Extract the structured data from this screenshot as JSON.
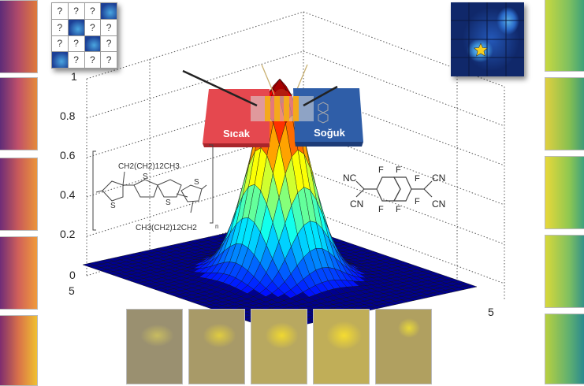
{
  "axis": {
    "z_ticks": [
      "1",
      "0.8",
      "0.6",
      "0.4",
      "0.2",
      "0"
    ],
    "x_end": "5",
    "y_end": "5"
  },
  "device": {
    "hot_label": "Sıcak",
    "cold_label": "Soğuk",
    "hot_color": "#e5484f",
    "cold_color": "#2f5ea8"
  },
  "grid_inset": {
    "cells": [
      "?",
      "?",
      "?",
      "",
      "?",
      "",
      "?",
      "?",
      "?",
      "?",
      "",
      "?",
      "",
      "?",
      "?",
      "?"
    ]
  },
  "polymer": {
    "side_chain_top": "CH2(CH2)12CH3",
    "side_chain_bottom": "CH3(CH2)12CH2",
    "repeat": "n",
    "sulfur": "S"
  },
  "acceptor": {
    "nc": "NC",
    "cn": "CN",
    "fluorine": "F"
  },
  "surface": {
    "function": "gaussian",
    "range": [
      -5,
      5
    ],
    "peak": 1
  }
}
